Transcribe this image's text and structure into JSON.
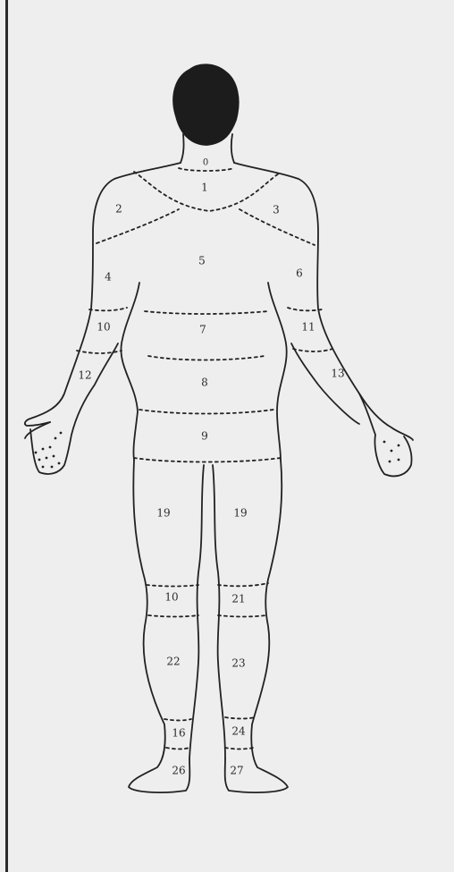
{
  "figure": {
    "regions": [
      {
        "id": "r0",
        "label": "0"
      },
      {
        "id": "r1",
        "label": "1"
      },
      {
        "id": "r2",
        "label": "2"
      },
      {
        "id": "r3",
        "label": "3"
      },
      {
        "id": "r4",
        "label": "4"
      },
      {
        "id": "r5",
        "label": "5"
      },
      {
        "id": "r6",
        "label": "6"
      },
      {
        "id": "r7",
        "label": "7"
      },
      {
        "id": "r8",
        "label": "8"
      },
      {
        "id": "r9",
        "label": "9"
      },
      {
        "id": "r10",
        "label": "10"
      },
      {
        "id": "r11",
        "label": "11"
      },
      {
        "id": "rLU",
        "label": "12"
      },
      {
        "id": "r13",
        "label": "13"
      },
      {
        "id": "rLT",
        "label": "19"
      },
      {
        "id": "rRT",
        "label": "19"
      },
      {
        "id": "rLK",
        "label": "10"
      },
      {
        "id": "rRK",
        "label": "21"
      },
      {
        "id": "rLS",
        "label": "22"
      },
      {
        "id": "rRS",
        "label": "23"
      },
      {
        "id": "rLA",
        "label": "16"
      },
      {
        "id": "rRA",
        "label": "24"
      },
      {
        "id": "rLF",
        "label": "26"
      },
      {
        "id": "rRF",
        "label": "27"
      }
    ]
  },
  "colors": {
    "ink": "#222222",
    "paper": "#eeeeee"
  }
}
